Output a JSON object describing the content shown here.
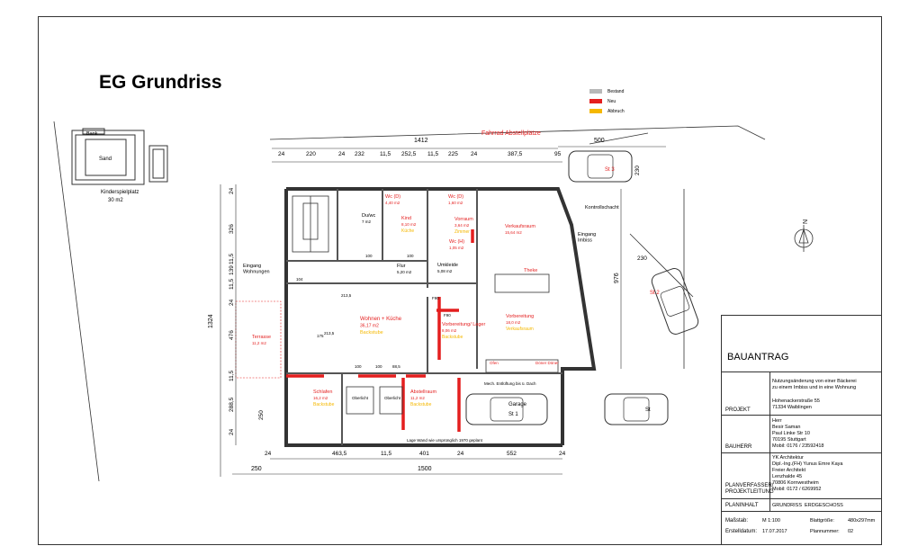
{
  "title": "EG Grundriss",
  "legend": [
    {
      "label": "Bestand",
      "color": "#b8b8b8"
    },
    {
      "label": "Neu",
      "color": "#e41e1e"
    },
    {
      "label": "Abbruch",
      "color": "#f5b800"
    }
  ],
  "north_label": "N",
  "site": {
    "bank": "Bank",
    "sand": "Sand",
    "playground": "Kinderspielplatz",
    "playground_area": "30 m2",
    "bike_parking": "Fahrrad Abstellplätze",
    "control_shaft": "Kontrollschacht",
    "entrance_shop": "Eingang\nImbiss",
    "entrance_flats": "Eingang\nWohnungen",
    "wall_note": "Lage Wand wie ursprünglich 1970 geplant",
    "ventilation_note": "Mech. Entlüftung bis ü. Dach",
    "cars": [
      "St 3",
      "St 2",
      "St",
      "St 1"
    ]
  },
  "rooms": [
    {
      "name": "Wc (D)",
      "area": "4,40 m2",
      "color": "#e41e1e"
    },
    {
      "name": "Wc (D)",
      "area": "1,60 m2",
      "color": "#e41e1e"
    },
    {
      "name": "Du/wc",
      "area": "7 m2",
      "color": "#000000"
    },
    {
      "name": "Kind",
      "area": "8,10 m2",
      "use": "Küche",
      "color": "#e41e1e"
    },
    {
      "name": "Vorraum",
      "area": "3,64 m2",
      "use": "Zimmer",
      "color": "#e41e1e"
    },
    {
      "name": "Wc (H)",
      "area": "1,05 m2",
      "color": "#e41e1e"
    },
    {
      "name": "Verkaufsraum",
      "area": "15,64 m2",
      "color": "#e41e1e"
    },
    {
      "name": "Flur",
      "area": "5,20 m2",
      "color": "#000000"
    },
    {
      "name": "Umkleide",
      "area": "5,08 m2",
      "color": "#000000"
    },
    {
      "name": "Theke",
      "color": "#e41e1e"
    },
    {
      "name": "Wohnen + Küche",
      "area": "36,17 m2",
      "use": "Backstube",
      "color": "#e41e1e"
    },
    {
      "name": "Terrasse",
      "area": "11,2 m2",
      "color": "#e41e1e"
    },
    {
      "name": "Vorbereitung/ Lager",
      "area": "8,06 m2",
      "use": "Backstube",
      "color": "#e41e1e"
    },
    {
      "name": "Vorbereitung",
      "area": "18,0 m2",
      "use": "Verkaufsraum",
      "color": "#e41e1e"
    },
    {
      "name": "Schlafen",
      "area": "16,2 m2",
      "use": "Backstube",
      "color": "#e41e1e"
    },
    {
      "name": "Abstellraum",
      "area": "11,2 m2",
      "use": "Backstube",
      "color": "#e41e1e"
    },
    {
      "name": "Garage",
      "area": "",
      "color": "#000000"
    },
    {
      "name": "Oberlicht",
      "color": "#000000"
    },
    {
      "name": "Oberlicht",
      "color": "#000000"
    },
    {
      "name": "Ofen",
      "color": "#e41e1e"
    },
    {
      "name": "Döner Döner",
      "color": "#e41e1e"
    }
  ],
  "dimensions": {
    "top_total": "1412",
    "top_right": "500",
    "top_segments": [
      "24",
      "220",
      "24",
      "232",
      "11,5",
      "252,5",
      "11,5",
      "225",
      "24",
      "387,5",
      "95"
    ],
    "left_total": "1324",
    "left_segments": [
      "24",
      "326",
      "11,5",
      "139",
      "11,5",
      "24",
      "476",
      "11,5",
      "288,5",
      "24"
    ],
    "left_outer": "250",
    "right_total": "976",
    "right_top": "230",
    "right_top2": "230",
    "bottom_segments": [
      "24",
      "463,5",
      "11,5",
      "401",
      "24",
      "552",
      "24"
    ],
    "bottom_total": "1500",
    "bottom_left": "250",
    "inner": [
      "100",
      "100",
      "100",
      "100",
      "88,5",
      "175",
      "213,5",
      "104",
      "213,5",
      "F90",
      "F90"
    ]
  },
  "titleblock": {
    "heading": "BAUANTRAG",
    "project_label": "PROJEKT",
    "project_desc": "Nutzungsänderung von einer Bäckerei\nzu einem Imbiss und in eine Wohnung",
    "project_addr": "Hohenackerstraße 55\n71334 Waiblingen",
    "client_label": "BAUHERR",
    "client": "Herr\nBesir Saman\nPaul Linke Str 10\n70195 Stuttgart\nMobil: 0176 / 23592418",
    "planner_label": "PLANVERFASSER/\nPROJEKTLEITUNG",
    "planner": "YK Architektur\nDipl.-Ing.(FH) Yunus Emre Kaya\nFreier Architekt\nLenzhalde 45\n70806 Kornwestheim\nMobil: 0172 / 6269952",
    "content_label": "PLANINHALT",
    "content": "GRUNDRISS  ERDGESCHOSS",
    "scale_label": "Maßstab:",
    "scale": "M 1:100",
    "sheet_label": "Blattgröße:",
    "sheet": "480x297mm",
    "date_label": "Erstelldatum:",
    "date": "17.07.2017",
    "plan_no_label": "Plannummer:",
    "plan_no": "02"
  }
}
